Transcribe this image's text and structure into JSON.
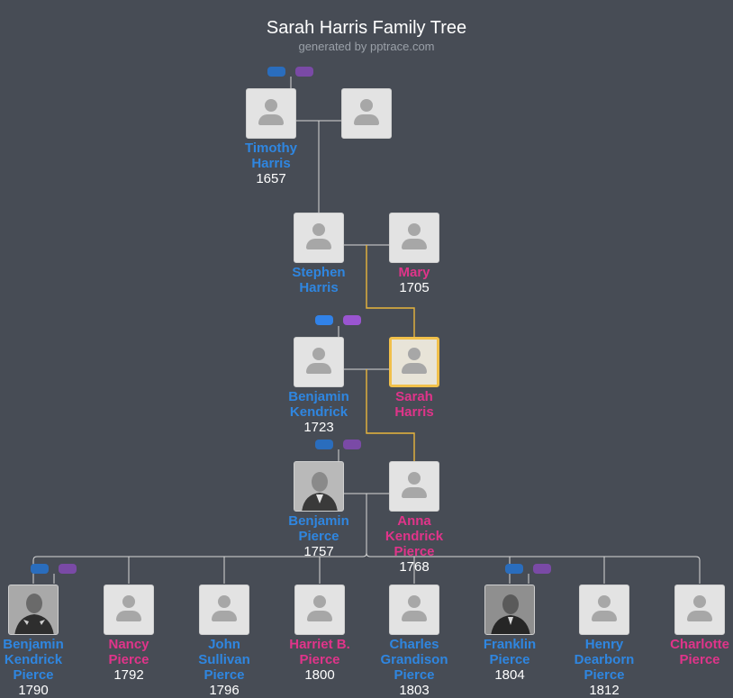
{
  "header": {
    "title": "Sarah Harris Family Tree",
    "subtitle": "generated by pptrace.com"
  },
  "colors": {
    "background": "#474c55",
    "male": "#2f86e0",
    "female": "#e0348a",
    "highlight": "#f1c04a",
    "line": "#d8d8d8",
    "highlight_line": "#e9b53c"
  },
  "people": {
    "timothy": {
      "first": "Timothy",
      "last": "Harris",
      "year": "1657",
      "icon": "person-placeholder-icon"
    },
    "timothy_spouse": {
      "icon": "person-placeholder-icon"
    },
    "stephen": {
      "first": "Stephen",
      "last": "Harris",
      "icon": "person-placeholder-icon"
    },
    "mary": {
      "first": "Mary",
      "year": "1705",
      "icon": "person-placeholder-icon"
    },
    "benjamin_k": {
      "first": "Benjamin",
      "last": "Kendrick",
      "year": "1723",
      "icon": "person-placeholder-icon"
    },
    "sarah": {
      "first": "Sarah",
      "last": "Harris",
      "icon": "person-placeholder-icon"
    },
    "benjamin_p": {
      "first": "Benjamin",
      "last": "Pierce",
      "year": "1757",
      "icon": "portrait-photo"
    },
    "anna": {
      "first": "Anna",
      "middle": "Kendrick",
      "last": "Pierce",
      "year": "1768",
      "icon": "person-placeholder-icon"
    }
  },
  "children": [
    {
      "line1": "Benjamin",
      "line2": "Kendrick",
      "line3": "Pierce",
      "year": "1790",
      "sex": "m",
      "icon": "portrait-photo"
    },
    {
      "line1": "Nancy",
      "line2": "Pierce",
      "year": "1792",
      "sex": "f",
      "icon": "person-placeholder-icon"
    },
    {
      "line1": "John",
      "line2": "Sullivan",
      "line3": "Pierce",
      "year": "1796",
      "sex": "m",
      "icon": "person-placeholder-icon"
    },
    {
      "line1": "Harriet B.",
      "line2": "Pierce",
      "year": "1800",
      "sex": "f",
      "icon": "person-placeholder-icon"
    },
    {
      "line1": "Charles",
      "line2": "Grandison",
      "line3": "Pierce",
      "year": "1803",
      "sex": "m",
      "icon": "person-placeholder-icon"
    },
    {
      "line1": "Franklin",
      "line2": "Pierce",
      "year": "1804",
      "sex": "m",
      "icon": "portrait-photo"
    },
    {
      "line1": "Henry",
      "line2": "Dearborn",
      "line3": "Pierce",
      "year": "1812",
      "sex": "m",
      "icon": "person-placeholder-icon"
    },
    {
      "line1": "Charlotte",
      "line2": "Pierce",
      "sex": "f",
      "icon": "person-placeholder-icon"
    }
  ]
}
